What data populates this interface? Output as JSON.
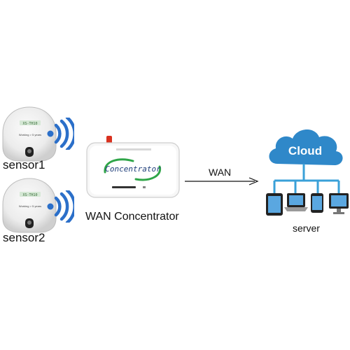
{
  "sensor1": {
    "label": "sensor1",
    "model_text": "XS-TH10",
    "life_text": "Working > 5 years"
  },
  "sensor2": {
    "label": "sensor2",
    "model_text": "XS-TH10",
    "life_text": "Working > 5 years"
  },
  "concentrator": {
    "label": "WAN Concentrator",
    "screen_text": "Concentrator"
  },
  "link": {
    "label": "WAN"
  },
  "cloud": {
    "label": "Cloud"
  },
  "server": {
    "label": "server"
  },
  "colors": {
    "wifi": "#2b6fc9",
    "cloud": "#2f88c9",
    "network_line": "#3aa0d8",
    "antenna": "#d9311f",
    "logo_green": "#2fa548"
  }
}
